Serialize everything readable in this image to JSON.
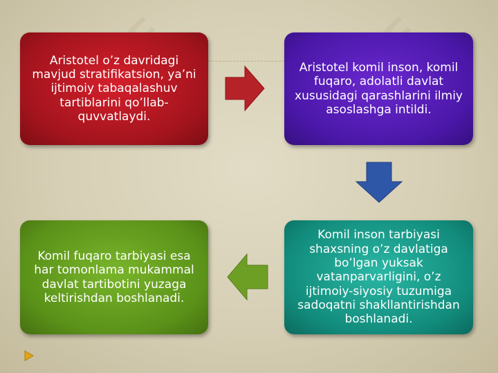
{
  "boxes": {
    "box1": "Aristotel o’z davridagi mavjud stratifikatsion, ya’ni ijtimoiy tabaqalashuv tartiblarini qo’llab-quvvatlaydi.",
    "box2": "Aristotel komil inson, komil fuqaro, adolatli davlat xususidagi qarashlarini ilmiy asoslashga intildi.",
    "box3": "Komil inson tarbiyasi shaxsning o’z davlatiga bo’lgan yuksak vatanparvarligini, o’z ijtimoiy-siyosiy tuzumiga sadoqatni shakllantirishdan boshlanadi.",
    "box4": "Komil fuqaro tarbiyasi esa har tomonlama mukammal davlat tartibotini yuzaga keltirishdan boshlanadi."
  },
  "colors": {
    "box1": "#b51a24",
    "box2": "#5a1fbc",
    "box3": "#1ea191",
    "box4": "#67a221",
    "arrow_right": "#b52227",
    "arrow_down": "#2f57a8",
    "arrow_left": "#6e9f25"
  },
  "watermark": "OFF",
  "icons": [
    "arrow-right-icon",
    "arrow-down-icon",
    "arrow-left-icon",
    "play-icon"
  ]
}
